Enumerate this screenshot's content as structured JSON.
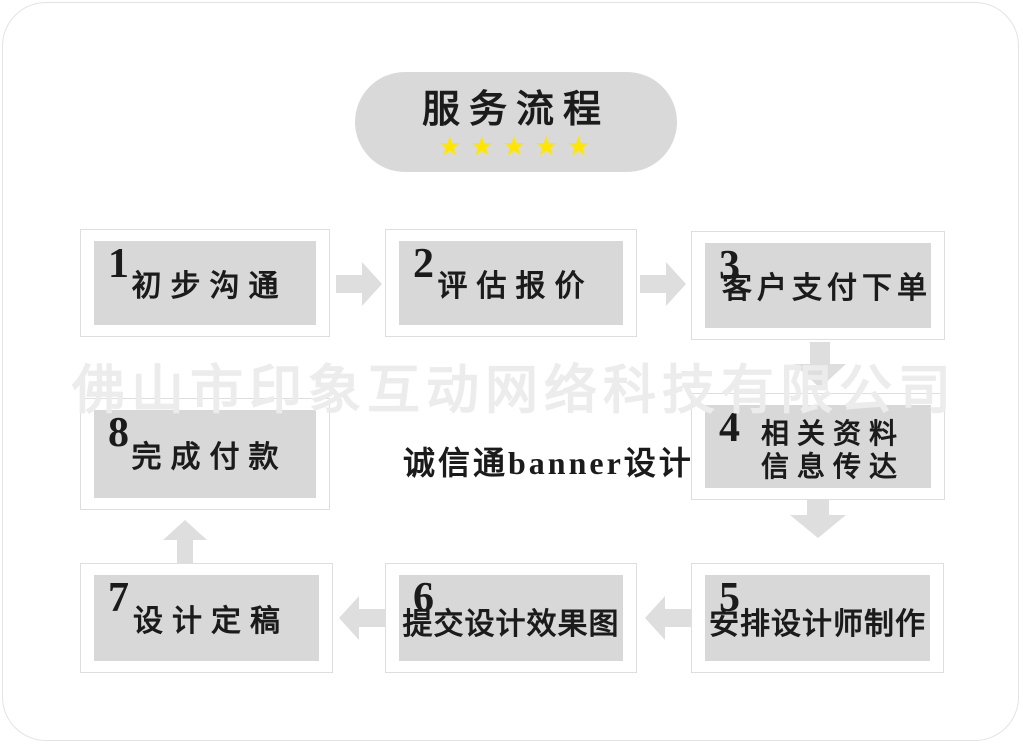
{
  "page": {
    "watermark": "佛山市印象互动网络科技有限公司",
    "center_caption": "诚信通banner设计"
  },
  "header": {
    "title": "服务流程",
    "stars": [
      "★",
      "★",
      "★",
      "★",
      "★"
    ],
    "star_count": 5
  },
  "steps": [
    {
      "number": "1",
      "label": "初步沟通"
    },
    {
      "number": "2",
      "label": "评估报价"
    },
    {
      "number": "3",
      "label": "客户支付下单"
    },
    {
      "number": "4",
      "label": "相关资料",
      "label2": "信息传达"
    },
    {
      "number": "5",
      "label": "安排设计师制作"
    },
    {
      "number": "6",
      "label": "提交设计效果图"
    },
    {
      "number": "7",
      "label": "设计定稿"
    },
    {
      "number": "8",
      "label": "完成付款"
    }
  ],
  "colors": {
    "box_fill": "#d8d8d8",
    "box_border": "#dedede",
    "pill_fill": "#d9d9d9",
    "arrow": "#dedede",
    "star": "#ffe600",
    "watermark": "#ececec",
    "text": "#1b1b1b"
  }
}
